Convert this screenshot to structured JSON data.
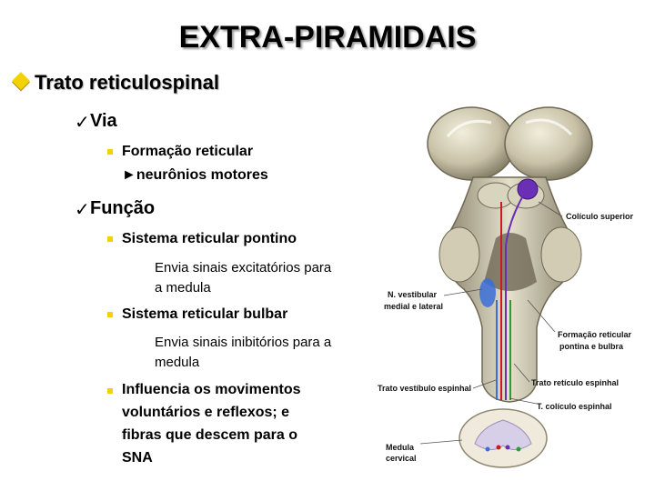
{
  "slide": {
    "title": "EXTRA-PIRAMIDAIS",
    "heading": "Trato reticulospinal",
    "via_label": "Via",
    "via_items": [
      "Formação reticular",
      "►neurônios motores"
    ],
    "funcao_label": "Função",
    "sr_pontino": "Sistema reticular pontino",
    "sr_pontino_desc": [
      "Envia sinais excitatórios para",
      "a medula"
    ],
    "sr_bulbar": "Sistema reticular bulbar",
    "sr_bulbar_desc": [
      "Envia sinais inibitórios para a",
      "medula"
    ],
    "influencia": [
      "Influencia os movimentos",
      "voluntários e reflexos; e",
      "fibras que descem para o",
      "SNA"
    ]
  },
  "figure": {
    "labels": {
      "coliculo_superior": "Colículo superior",
      "n_vestibular": [
        "N. vestibular",
        "medial e lateral"
      ],
      "formacao_reticular": [
        "Formação reticular",
        "pontina e bulbra"
      ],
      "trato_reticulo": "Trato retículo espinhal",
      "trato_vestibulo": "Trato vestíbulo espinhal",
      "t_coliculo": "T. colículo espinhal",
      "medula": [
        "Medula",
        "cervical"
      ]
    },
    "colors": {
      "tissue": "#c9c2a8",
      "tissue_dark": "#8e8770",
      "purple_tract": "#6a2fb5",
      "red_tract": "#cc1a1a",
      "blue_nucleus": "#3a6fd8",
      "green_tract": "#2e9b3a"
    }
  }
}
